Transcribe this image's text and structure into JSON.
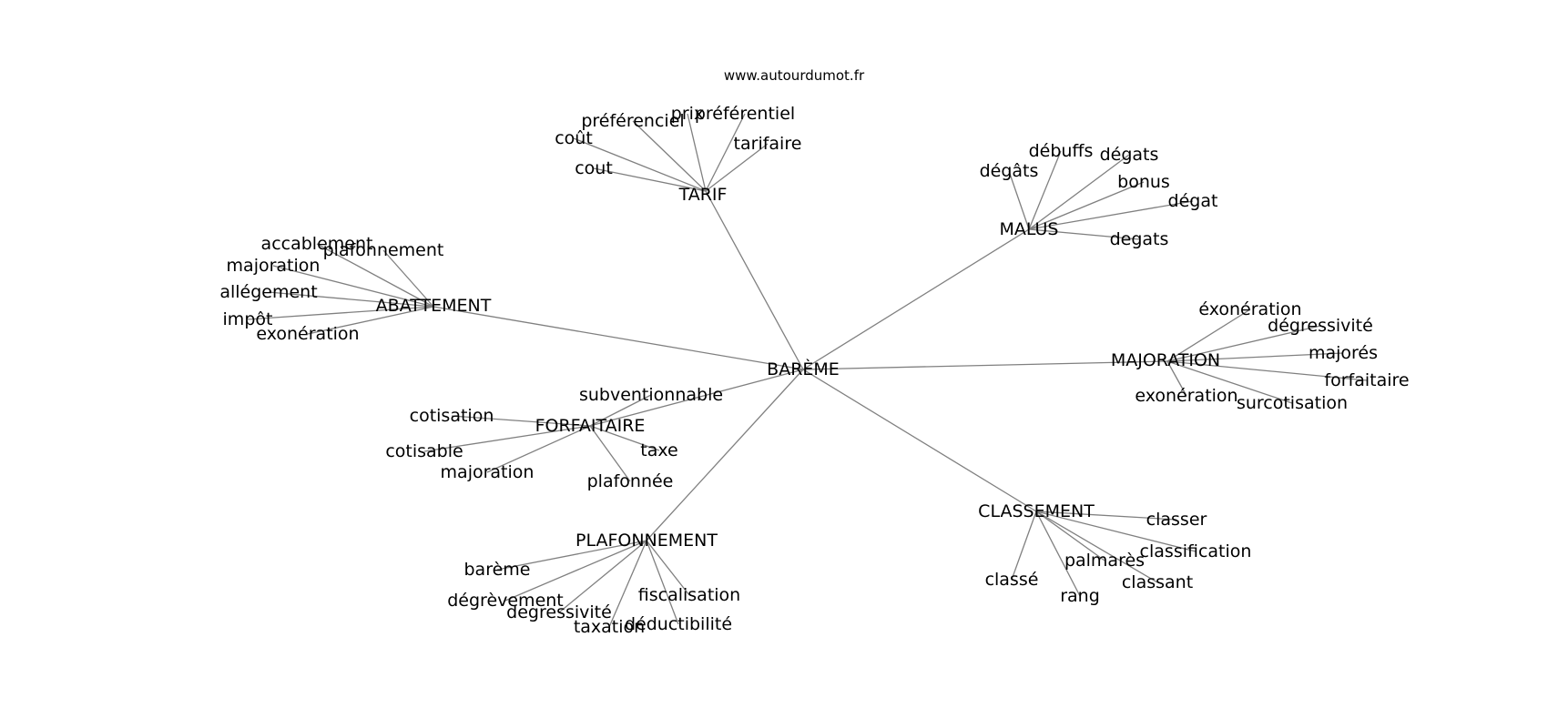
{
  "source": "www.autourdumot.fr",
  "colors": {
    "edge": "#808080",
    "text": "#000000",
    "background": "#ffffff"
  },
  "graph": {
    "center": "BARÈME",
    "clusters": [
      {
        "key": "tarif",
        "label": "TARIF",
        "words": [
          "préférenciel",
          "prix",
          "préférentiel",
          "coût",
          "tarifaire",
          "cout"
        ]
      },
      {
        "key": "malus",
        "label": "MALUS",
        "words": [
          "débuffs",
          "dégats",
          "dégâts",
          "bonus",
          "dégat",
          "degats"
        ]
      },
      {
        "key": "abattement",
        "label": "ABATTEMENT",
        "words": [
          "accablement",
          "plafonnement",
          "majoration",
          "allégement",
          "impôt",
          "exonération"
        ]
      },
      {
        "key": "majoration",
        "label": "MAJORATION",
        "words": [
          "éxonération",
          "dégressivité",
          "majorés",
          "forfaitaire",
          "exonération",
          "surcotisation"
        ]
      },
      {
        "key": "forfaitaire",
        "label": "FORFAITAIRE",
        "words": [
          "subventionnable",
          "cotisation",
          "cotisable",
          "taxe",
          "majoration",
          "plafonnée"
        ]
      },
      {
        "key": "classement",
        "label": "CLASSEMENT",
        "words": [
          "classer",
          "classification",
          "palmarès",
          "classant",
          "classé",
          "rang"
        ]
      },
      {
        "key": "plafonnement",
        "label": "PLAFONNEMENT",
        "words": [
          "barème",
          "dégrèvement",
          "fiscalisation",
          "degressivité",
          "déductibilité",
          "taxation"
        ]
      }
    ]
  }
}
